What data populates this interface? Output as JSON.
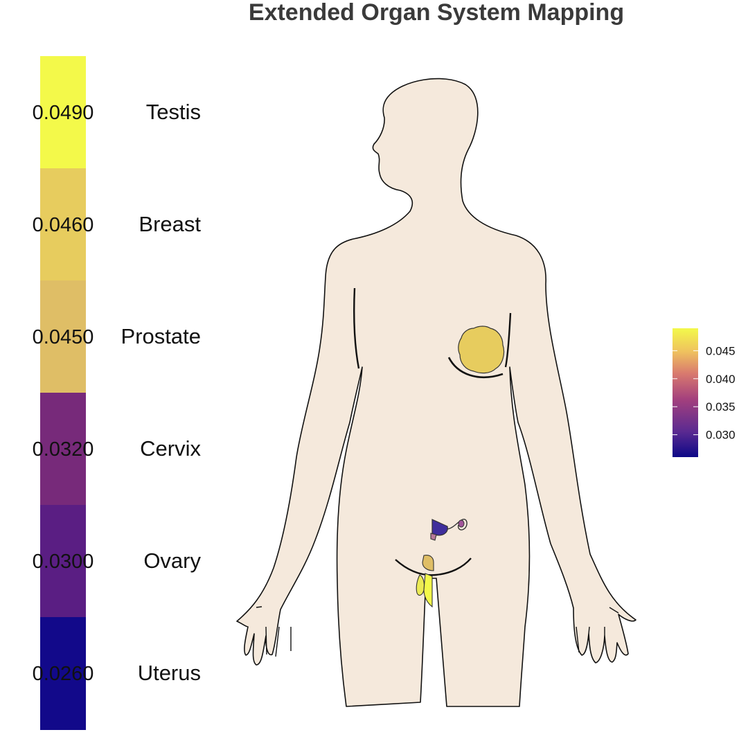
{
  "chart_data": {
    "type": "heatmap",
    "title": "Extended Organ System Mapping",
    "organs": [
      {
        "name": "Testis",
        "value": 0.049,
        "label": "0.0490",
        "color": "#F3F94A"
      },
      {
        "name": "Breast",
        "value": 0.046,
        "label": "0.0460",
        "color": "#E7CC5E"
      },
      {
        "name": "Prostate",
        "value": 0.045,
        "label": "0.0450",
        "color": "#DFBE66"
      },
      {
        "name": "Cervix",
        "value": 0.032,
        "label": "0.0320",
        "color": "#772A7A"
      },
      {
        "name": "Ovary",
        "value": 0.03,
        "label": "0.0300",
        "color": "#5A1E83"
      },
      {
        "name": "Uterus",
        "value": 0.026,
        "label": "0.0260",
        "color": "#12098A"
      }
    ],
    "legend": {
      "ticks": [
        "0.045",
        "0.040",
        "0.035",
        "0.030"
      ],
      "tick_values": [
        0.045,
        0.04,
        0.035,
        0.03
      ],
      "range": [
        0.026,
        0.049
      ],
      "placement": "right",
      "colors": [
        "#0D0887",
        "#5B2A91",
        "#A4407D",
        "#D97A6E",
        "#EFC25E",
        "#F3F94A"
      ]
    },
    "body_fill": "#F5E9DC",
    "outline_color": "#111111"
  }
}
